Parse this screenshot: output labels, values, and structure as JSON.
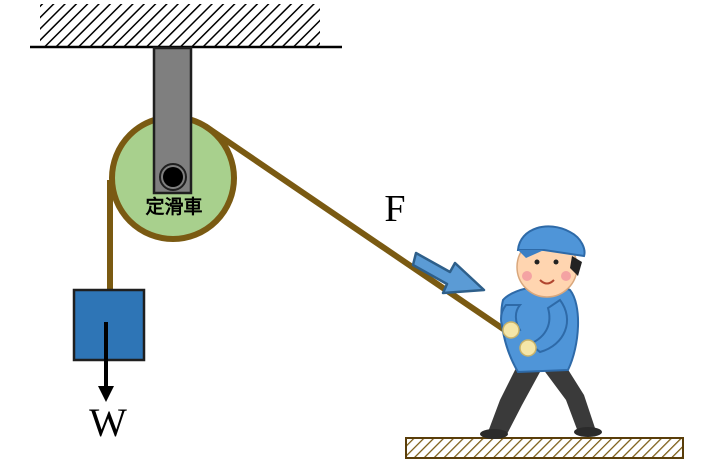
{
  "labels": {
    "pulley": "定滑車",
    "force": "F",
    "weight": "W"
  },
  "colors": {
    "rope": "#7a5a12",
    "pulley_fill": "#a8d08d",
    "pulley_stroke": "#7a5a12",
    "bracket": "#7f7f7f",
    "weight_box": "#2e75b6",
    "force_arrow": "#5b9bd5",
    "floor_hatch": "#7a5a12",
    "person_shirt": "#4f95d8",
    "person_pants": "#3a3a3a"
  }
}
